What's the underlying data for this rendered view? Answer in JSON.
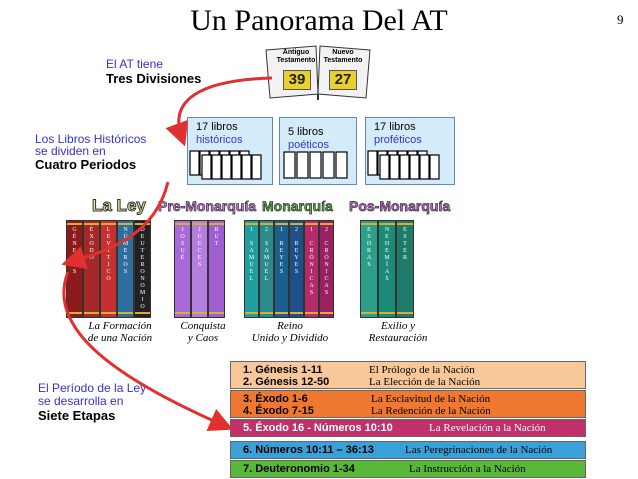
{
  "title": "Un Panorama Del AT",
  "page_number": "9",
  "left_notes": {
    "divisions_blue": "El AT tiene",
    "divisions_black": "Tres Divisiones",
    "historic_blue_1": "Los Libros Históricos",
    "historic_blue_2": "se dividen en",
    "historic_black": "Cuatro Periodos",
    "law_blue_1": "El Período de la Ley",
    "law_blue_2": "se desarrolla en",
    "law_black": "Siete Etapas"
  },
  "bible_labels": {
    "old_1": "Antiguo",
    "old_2": "Testamento",
    "old_count": "39",
    "new_1": "Nuevo",
    "new_2": "Testamento",
    "new_count": "27"
  },
  "division_boxes": [
    {
      "count": "17 libros",
      "name": "históricos"
    },
    {
      "count": "5 libros",
      "name": "poéticos"
    },
    {
      "count": "17 libros",
      "name": "proféticos"
    }
  ],
  "eras": [
    "La Ley",
    "Pre-Monarquía",
    "Monarquía",
    "Pos-Monarquía"
  ],
  "era_colors": {
    "ley": "#e8e8a0",
    "pre": "#d070e0",
    "mon": "#50b040",
    "pos": "#c060d0"
  },
  "books": [
    {
      "name": "GÉNESIS",
      "color": "#8b1a1a"
    },
    {
      "name": "ÉXODO",
      "color": "#a52828"
    },
    {
      "name": "LEVÍTICO",
      "color": "#c62f2f"
    },
    {
      "name": "NÚMEROS",
      "color": "#2d6e9e"
    },
    {
      "name": "DEUTERONOMIO",
      "color": "#222222"
    },
    {
      "name": "JOSUÉ",
      "color": "#a86ad8"
    },
    {
      "name": "JUECES",
      "color": "#b47ee0"
    },
    {
      "name": "RUT",
      "color": "#9f5fd2"
    },
    {
      "name": "1 SAMUEL",
      "color": "#1f9ea0"
    },
    {
      "name": "2 SAMUEL",
      "color": "#2a8a8c"
    },
    {
      "name": "1 REYES",
      "color": "#1b5f8f"
    },
    {
      "name": "2 REYES",
      "color": "#1d4f88"
    },
    {
      "name": "1 CRÓNICAS",
      "color": "#b42a6a"
    },
    {
      "name": "2 CRÓNICAS",
      "color": "#9a2060"
    },
    {
      "name": "ESDRAS",
      "color": "#2aa08a"
    },
    {
      "name": "NEHEMÍAS",
      "color": "#1c8a78"
    },
    {
      "name": "ESTER",
      "color": "#1f7a6a"
    }
  ],
  "captions": [
    {
      "l1": "La Formación",
      "l2": "de una Nación"
    },
    {
      "l1": "Conquista",
      "l2": "y Caos"
    },
    {
      "l1": "Reino",
      "l2": "Unido y Dividido"
    },
    {
      "l1": "Exilio y",
      "l2": "Restauración"
    }
  ],
  "stages": [
    {
      "a1": "1.  Génesis 1-11",
      "b1": "El Prólogo de la Nación",
      "a2": "2.  Génesis 12-50",
      "b2": "La Elección de la Nación",
      "color": "#f8c89a"
    },
    {
      "a1": "3.  Éxodo 1-6",
      "b1": "La Esclavitud de la Nación",
      "a2": "4.  Éxodo 7-15",
      "b2": "La Redención de la Nación",
      "color": "#f07830"
    },
    {
      "a": "5.  Éxodo 16 - Números 10:10",
      "b": "La Revelación a la Nación",
      "color": "#c0306a"
    },
    {
      "a": "6.  Números 10:11 – 36:13",
      "b": "Las Peregrinaciones de la Nación",
      "color": "#3aa0d8"
    },
    {
      "a": "7.  Deuteronomio 1-34",
      "b": "La Instrucción a la Nación",
      "color": "#58b838"
    }
  ],
  "accent_colors": {
    "arrow": "#e03030",
    "note_blue": "#3333cc"
  }
}
